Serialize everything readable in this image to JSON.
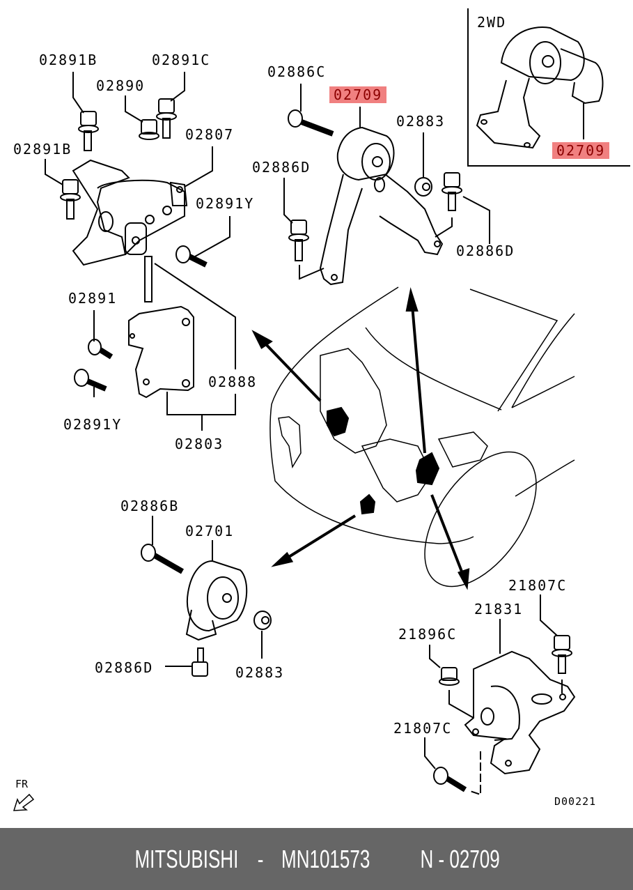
{
  "footer": {
    "brand": "MITSUBISHI",
    "part_number": "MN101573",
    "ref_number": "N - 02709",
    "separator": "-"
  },
  "diagram": {
    "inset_title": "2WD",
    "diagram_code": "D00221",
    "front_label": "FR",
    "highlight_color": "#f08080",
    "highlight_text_color": "#8b0000",
    "labels": {
      "l02891B_top": "02891B",
      "l02891C": "02891C",
      "l02890": "02890",
      "l02807": "02807",
      "l02891B_mid": "02891B",
      "l02891Y_top": "02891Y",
      "l02891": "02891",
      "l02888": "02888",
      "l02891Y_bot": "02891Y",
      "l02803": "02803",
      "l02886C": "02886C",
      "l02709_main": "02709",
      "l02883_top": "02883",
      "l02886D_left": "02886D",
      "l02886D_right": "02886D",
      "l02709_inset": "02709",
      "l02886B": "02886B",
      "l02701": "02701",
      "l02886D_bot": "02886D",
      "l02883_bot": "02883",
      "l21807C_top": "21807C",
      "l21831": "21831",
      "l21896C": "21896C",
      "l21807C_bot": "21807C"
    }
  }
}
